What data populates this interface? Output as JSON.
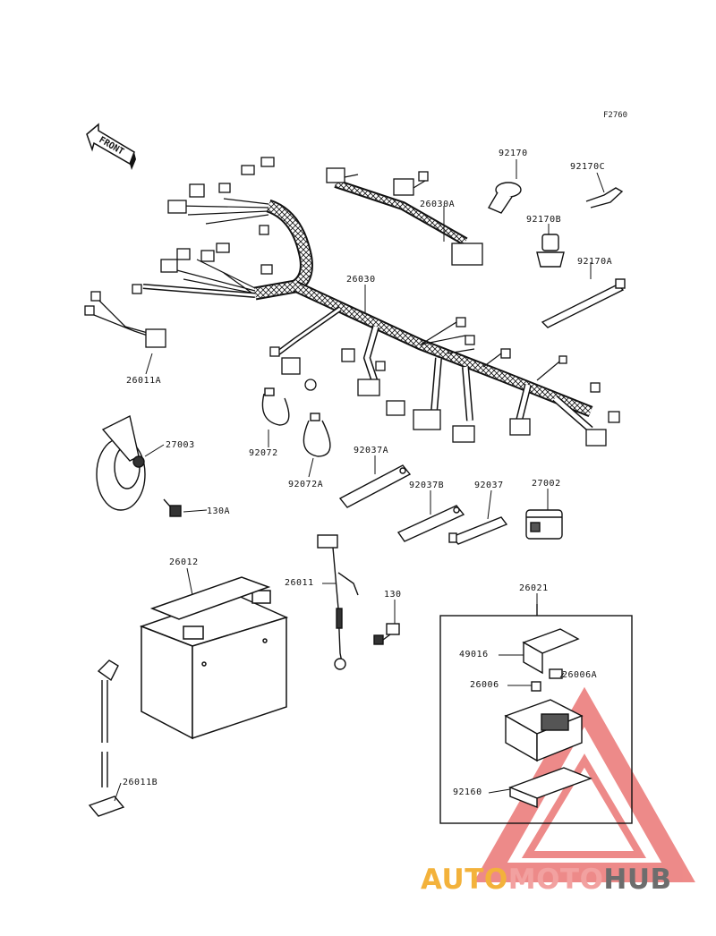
{
  "figure_code": "F2760",
  "front_arrow_label": "FRONT",
  "parts": [
    "26030A",
    "92170",
    "92170C",
    "92170B",
    "92170A",
    "26030",
    "26011A",
    "27003",
    "130A",
    "92072",
    "92072A",
    "92037A",
    "92037B",
    "92037",
    "27002",
    "26012",
    "26011",
    "130",
    "26021",
    "49016",
    "26006A",
    "26006",
    "92160",
    "26011B"
  ],
  "watermark": {
    "part1": "AUTO",
    "part2": "MOTO",
    "part3": "HUB",
    "color_gold": "#f3b23b",
    "color_pink": "#f2a1a0",
    "color_gray": "#6d6d6d"
  }
}
